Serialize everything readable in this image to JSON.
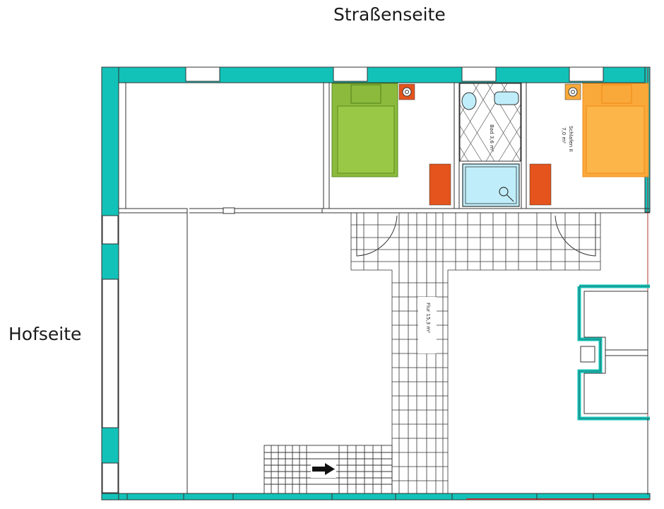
{
  "labels": {
    "street_side": "Straßenseite",
    "yard_side": "Hofseite"
  },
  "rooms": {
    "bathroom": "Bad 3,6 m²",
    "bedroom_right_name": "Schlafen II",
    "bedroom_right_area": "7,0 m²",
    "hall": "Flur 15,3 m²"
  },
  "colors": {
    "wall": "#12c2b8",
    "bed_green": "#8cba3c",
    "bed_green_dark": "#5a8c1e",
    "bed_orange": "#f9a93a",
    "bed_orange_dark": "#f08c1a",
    "furniture": "#e4541c",
    "shower": "#bfeefa"
  },
  "icons": {
    "stair_arrow": "arrow-right-icon",
    "lamp": "ceiling-lamp-icon"
  }
}
